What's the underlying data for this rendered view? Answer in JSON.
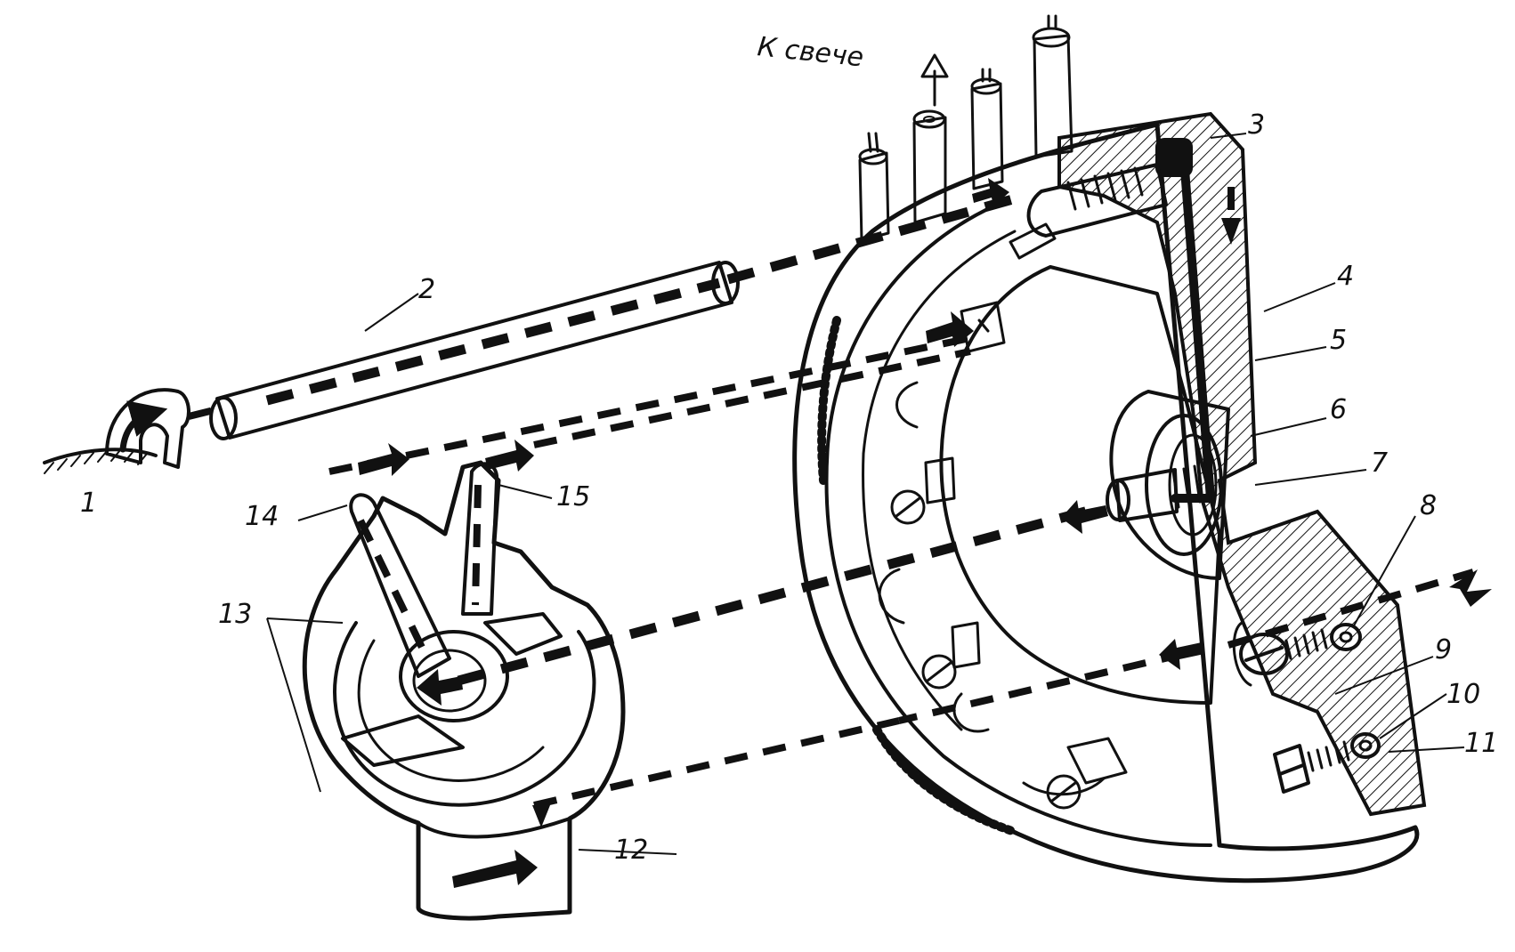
{
  "caption": "К свече",
  "labels": {
    "n1": "1",
    "n2": "2",
    "n3": "3",
    "n4": "4",
    "n5": "5",
    "n6": "6",
    "n7": "7",
    "n8": "8",
    "n9": "9",
    "n10": "10",
    "n11": "11",
    "n12": "12",
    "n13": "13",
    "n14": "14",
    "n15": "15"
  },
  "icons": {
    "flow_arrow": "arrow-icon",
    "upward_arrow": "arrow-up-icon",
    "screw_head": "screw-icon"
  },
  "colors": {
    "ink": "#111111",
    "paper": "#ffffff"
  }
}
